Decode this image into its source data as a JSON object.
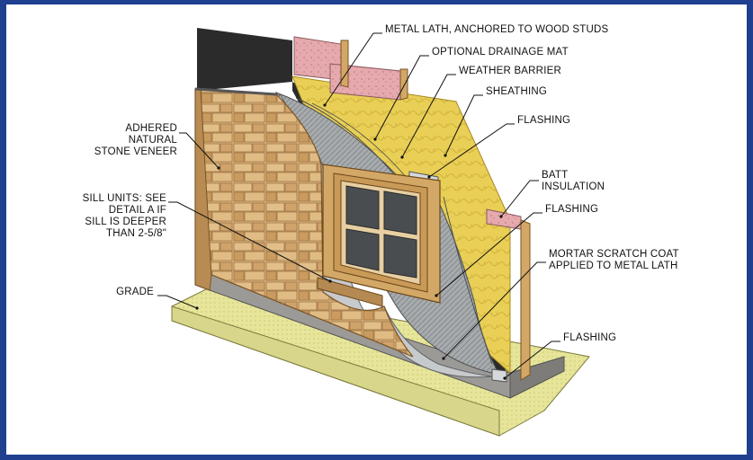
{
  "labels": {
    "metal_lath": "METAL LATH, ANCHORED TO WOOD STUDS",
    "drainage_mat": "OPTIONAL DRAINAGE MAT",
    "weather_barrier": "WEATHER BARRIER",
    "sheathing": "SHEATHING",
    "flashing_top": "FLASHING",
    "batt_insulation": [
      "BATT",
      "INSULATION"
    ],
    "flashing_mid": "FLASHING",
    "mortar_scratch": [
      "MORTAR SCRATCH COAT",
      "APPLIED TO METAL LATH"
    ],
    "flashing_bottom": "FLASHING",
    "stone_veneer": [
      "ADHERED",
      "NATURAL",
      "STONE VENEER"
    ],
    "sill_units": [
      "SILL UNITS: SEE",
      "DETAIL A IF",
      "SILL IS DEEPER",
      "THAN 2-5/8\""
    ],
    "grade": "GRADE"
  },
  "colors": {
    "border": "#1f3f8f",
    "stone": "#d9b27a",
    "insulation": "#e9cf55",
    "stud_pink": "#e6a9ad",
    "wood": "#d3a766",
    "barrier": "#2b2b2b",
    "lath": "#9fa3a6",
    "grade": "#e6e59a",
    "concrete": "#9c9a97"
  }
}
